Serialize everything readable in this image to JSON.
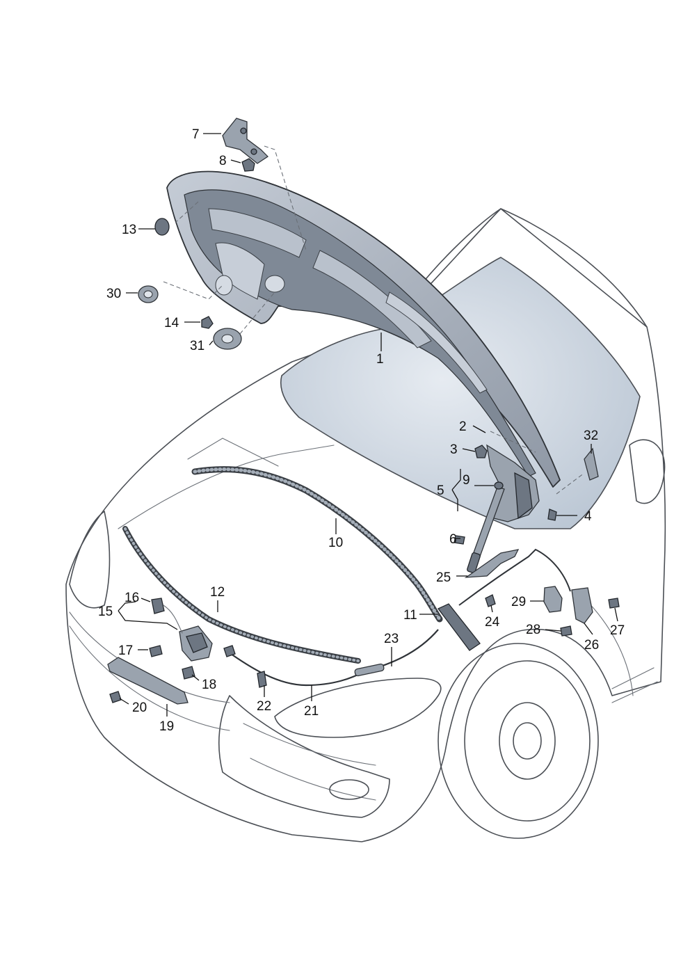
{
  "callouts": [
    "1",
    "2",
    "3",
    "4",
    "5",
    "6",
    "7",
    "8",
    "9",
    "10",
    "11",
    "12",
    "13",
    "14",
    "15",
    "16",
    "17",
    "18",
    "19",
    "20",
    "21",
    "22",
    "23",
    "24",
    "25",
    "26",
    "27",
    "28",
    "29",
    "30",
    "31",
    "32"
  ],
  "colors": {
    "body_fill": "#e4e8ee",
    "glass_fill": "#c9d3de",
    "part_fill": "#9aa3ae",
    "line": "#4b4f55"
  }
}
